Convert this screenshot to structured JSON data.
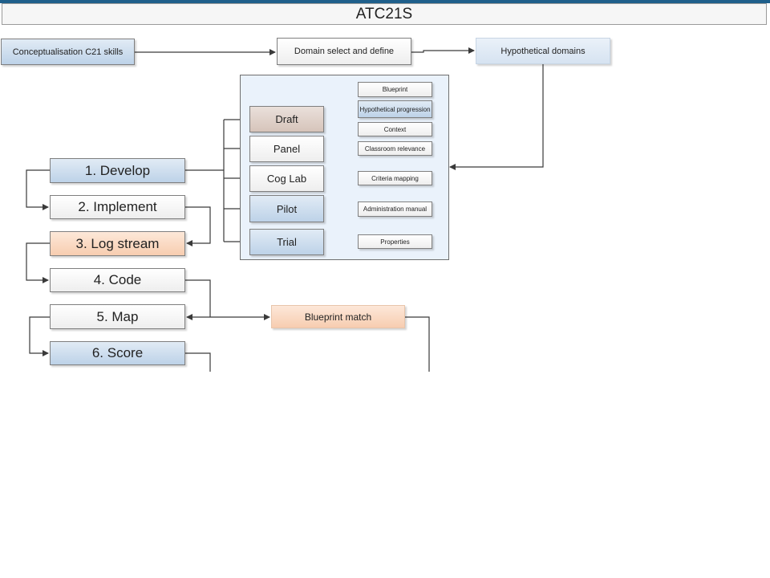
{
  "title": "ATC21S",
  "top_row": {
    "conceptualisation": "Conceptualisation C21 skills",
    "domain_select": "Domain select and define",
    "hypothetical_domains": "Hypothetical domains"
  },
  "stages": [
    {
      "label": "1. Develop"
    },
    {
      "label": "2. Implement"
    },
    {
      "label": "3. Log stream"
    },
    {
      "label": "4. Code"
    },
    {
      "label": "5. Map"
    },
    {
      "label": "6. Score"
    }
  ],
  "develop_steps": [
    {
      "label": "Draft"
    },
    {
      "label": "Panel"
    },
    {
      "label": "Cog Lab"
    },
    {
      "label": "Pilot"
    },
    {
      "label": "Trial"
    }
  ],
  "outputs": [
    {
      "label": "Blueprint"
    },
    {
      "label": "Hypothetical progression"
    },
    {
      "label": "Context"
    },
    {
      "label": "Classroom relevance"
    },
    {
      "label": "Criteria mapping"
    },
    {
      "label": "Administration manual"
    },
    {
      "label": "Properties"
    }
  ],
  "blueprint_match": "Blueprint match",
  "colors": {
    "blue_fill": "#bdd2e8",
    "peach_fill": "#f7cdb0",
    "tan_fill": "#d6c4ba",
    "panel_fill": "#eaf2fb",
    "line": "#3a3a3a"
  }
}
